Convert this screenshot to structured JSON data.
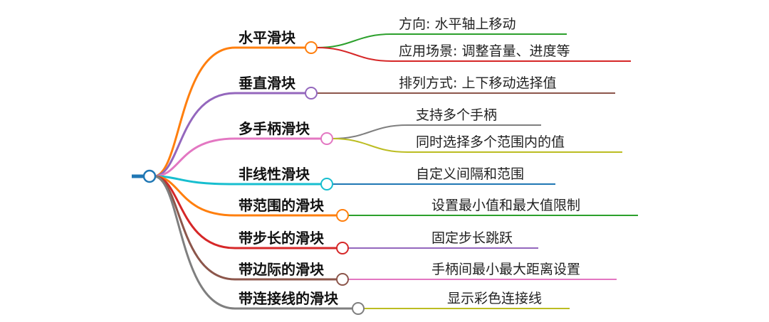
{
  "mindmap": {
    "root_color": "#1f77b4",
    "branches": [
      {
        "label": "水平滑块",
        "color": "#ff7f0e",
        "children": [
          {
            "label": "方向: 水平轴上移动",
            "color": "#2ca02c"
          },
          {
            "label": "应用场景: 调整音量、进度等",
            "color": "#d62728"
          }
        ]
      },
      {
        "label": "垂直滑块",
        "color": "#9467bd",
        "children": [
          {
            "label": "排列方式: 上下移动选择值",
            "color": "#8c564b"
          }
        ]
      },
      {
        "label": "多手柄滑块",
        "color": "#e377c2",
        "children": [
          {
            "label": "支持多个手柄",
            "color": "#7f7f7f"
          },
          {
            "label": "同时选择多个范围内的值",
            "color": "#bcbd22"
          }
        ]
      },
      {
        "label": "非线性滑块",
        "color": "#17becf",
        "children": [
          {
            "label": "自定义间隔和范围",
            "color": "#1f77b4"
          }
        ]
      },
      {
        "label": "带范围的滑块",
        "color": "#ff7f0e",
        "children": [
          {
            "label": "设置最小值和最大值限制",
            "color": "#2ca02c"
          }
        ]
      },
      {
        "label": "带步长的滑块",
        "color": "#d62728",
        "children": [
          {
            "label": "固定步长跳跃",
            "color": "#9467bd"
          }
        ]
      },
      {
        "label": "带边际的滑块",
        "color": "#8c564b",
        "children": [
          {
            "label": "手柄间最小最大距离设置",
            "color": "#e377c2"
          }
        ]
      },
      {
        "label": "带连接线的滑块",
        "color": "#7f7f7f",
        "children": [
          {
            "label": "显示彩色连接线",
            "color": "#bcbd22"
          }
        ]
      }
    ]
  }
}
